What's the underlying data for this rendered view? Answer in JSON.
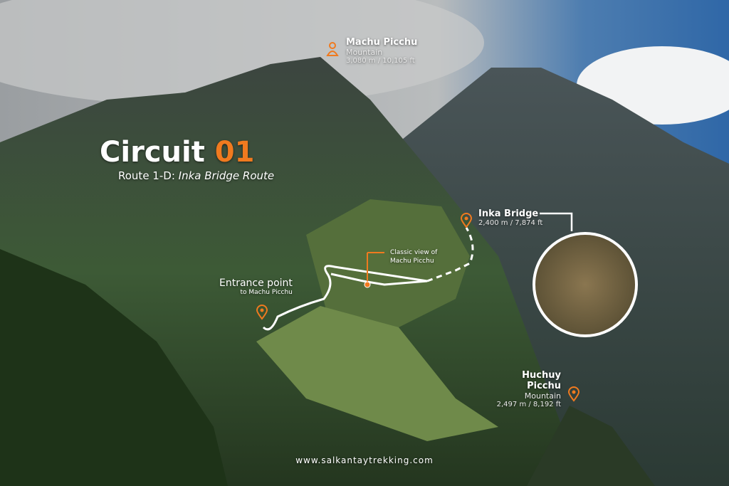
{
  "title": {
    "prefix": "Circuit",
    "number": "01",
    "route_label": "Route 1-D:",
    "route_name": "Inka Bridge Route"
  },
  "landmarks": {
    "machu_picchu_mountain": {
      "name": "Machu Picchu",
      "type": "Mountain",
      "altitude": "3,080 m / 10,105 ft"
    },
    "inka_bridge": {
      "name": "Inka Bridge",
      "altitude": "2,400 m / 7,874 ft"
    },
    "classic_view": {
      "line1": "Classic view of",
      "line2": "Machu Picchu"
    },
    "entrance": {
      "name": "Entrance point",
      "sub": "to Machu Picchu"
    },
    "huchuy_picchu": {
      "name": "Huchuy Picchu",
      "type": "Mountain",
      "altitude": "2,497 m / 8,192 ft"
    }
  },
  "footer": {
    "website": "www.salkantaytrekking.com"
  },
  "colors": {
    "accent": "#f07a1f",
    "route": "#ffffff"
  },
  "icons": [
    "location-pin-icon",
    "person-pin-icon"
  ]
}
